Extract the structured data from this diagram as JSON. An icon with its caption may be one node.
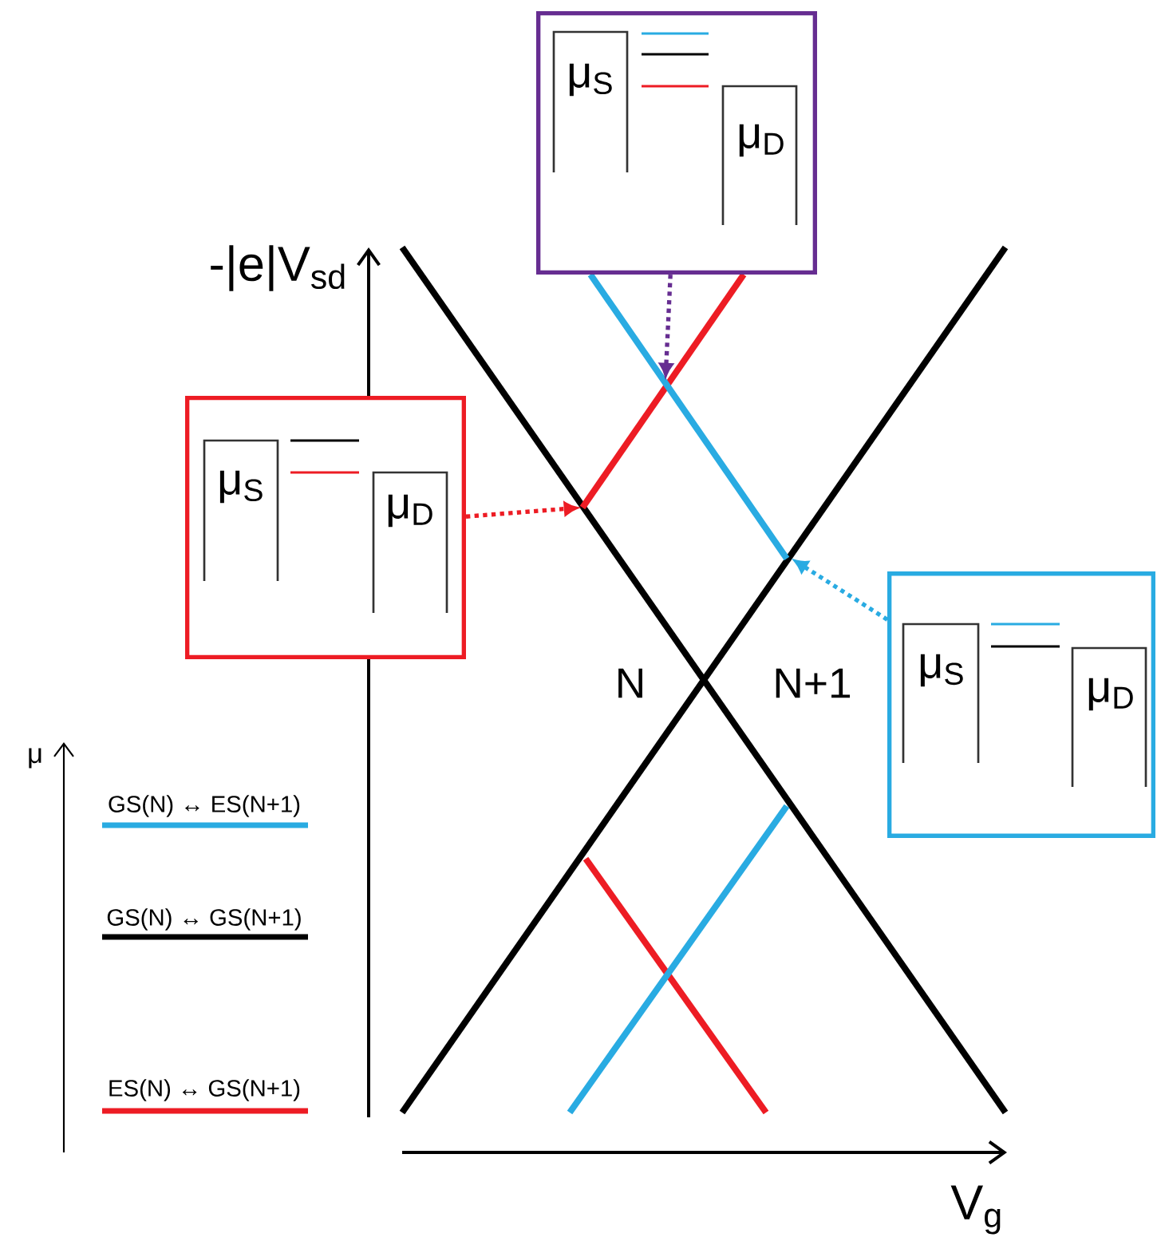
{
  "diagram": {
    "nodes": [
      {
        "text": [
          "μ$_{S}$",
          "μ$_{D}$"
        ]
      },
      {
        "text": [
          "μ$_{S}$",
          "μ$_{D}$"
        ]
      },
      {
        "text": [
          "μ$_{S}$",
          "μ$_{D}$"
        ]
      }
    ],
    "edges": [
      {
        "from": 0,
        "to": null,
        "arrow": "to",
        "style": "dashed",
        "color": "#662d91"
      },
      {
        "from": 1,
        "to": null,
        "arrow": "to",
        "style": "dashed",
        "color": "#ed1c24"
      },
      {
        "from": 2,
        "to": null,
        "arrow": "to",
        "style": "dashed",
        "color": "#29abe2"
      }
    ],
    "labels": [
      "-|e|V$_{sd}$",
      "V$_{g}$",
      "N",
      "N+1",
      "μ"
    ],
    "legend": [
      {
        "text": "GS(N) ↔ ES(N+1)",
        "color": "#29abe2"
      },
      {
        "text": "GS(N) ↔ GS(N+1)",
        "color": "#000000"
      },
      {
        "text": "ES(N) ↔ GS(N+1)",
        "color": "#ed1c24"
      }
    ]
  }
}
